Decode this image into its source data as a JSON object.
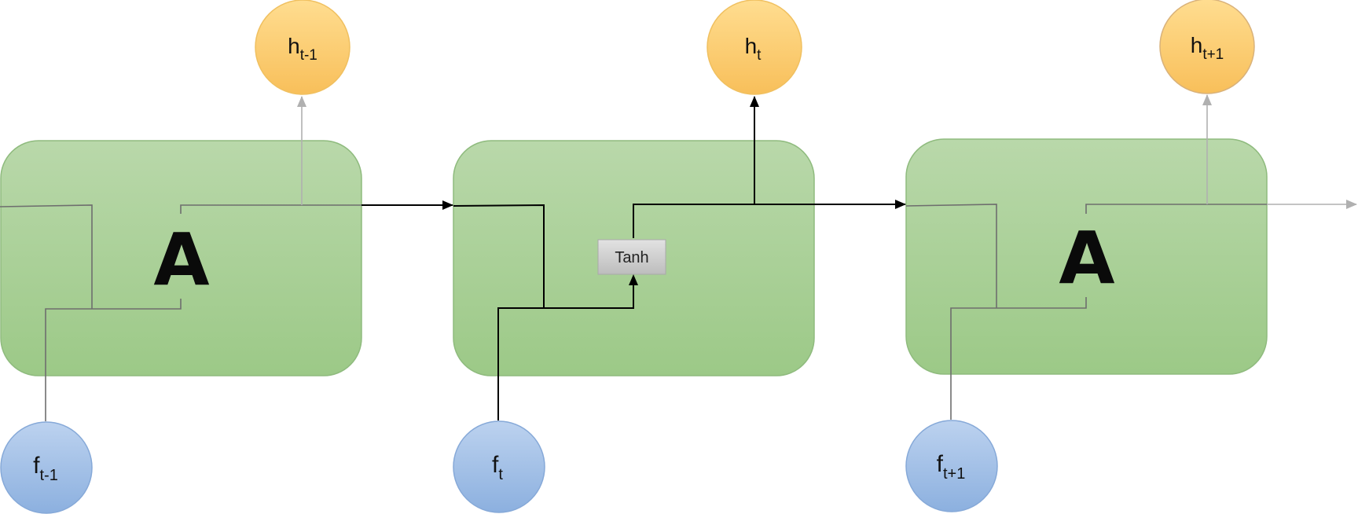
{
  "diagram": {
    "cells": [
      {
        "id": "cell-prev",
        "letter": "A",
        "active": false
      },
      {
        "id": "cell-current",
        "letter": "",
        "active": true,
        "gate_label": "Tanh"
      },
      {
        "id": "cell-next",
        "letter": "A",
        "active": false
      }
    ],
    "outputs": [
      {
        "base": "h",
        "sub": "t-1"
      },
      {
        "base": "h",
        "sub": "t"
      },
      {
        "base": "h",
        "sub": "t+1"
      }
    ],
    "inputs": [
      {
        "base": "f",
        "sub": "t-1"
      },
      {
        "base": "f",
        "sub": "t"
      },
      {
        "base": "f",
        "sub": "t+1"
      }
    ],
    "colors": {
      "cell_fill_top": "#b7d7a8",
      "cell_fill_bottom": "#9bc986",
      "cell_stroke": "#8ab87a",
      "output_fill_top": "#ffdb8a",
      "output_fill_bottom": "#f9c15c",
      "output_stroke": "#e8b24a",
      "input_fill_top": "#b9d0ee",
      "input_fill_bottom": "#8fb2e0",
      "input_stroke": "#7ea3d4",
      "active_line": "#000000",
      "inactive_line": "#707070",
      "faint_arrow": "#b0b0b0",
      "tanh_fill": "#cfcfcf"
    }
  }
}
